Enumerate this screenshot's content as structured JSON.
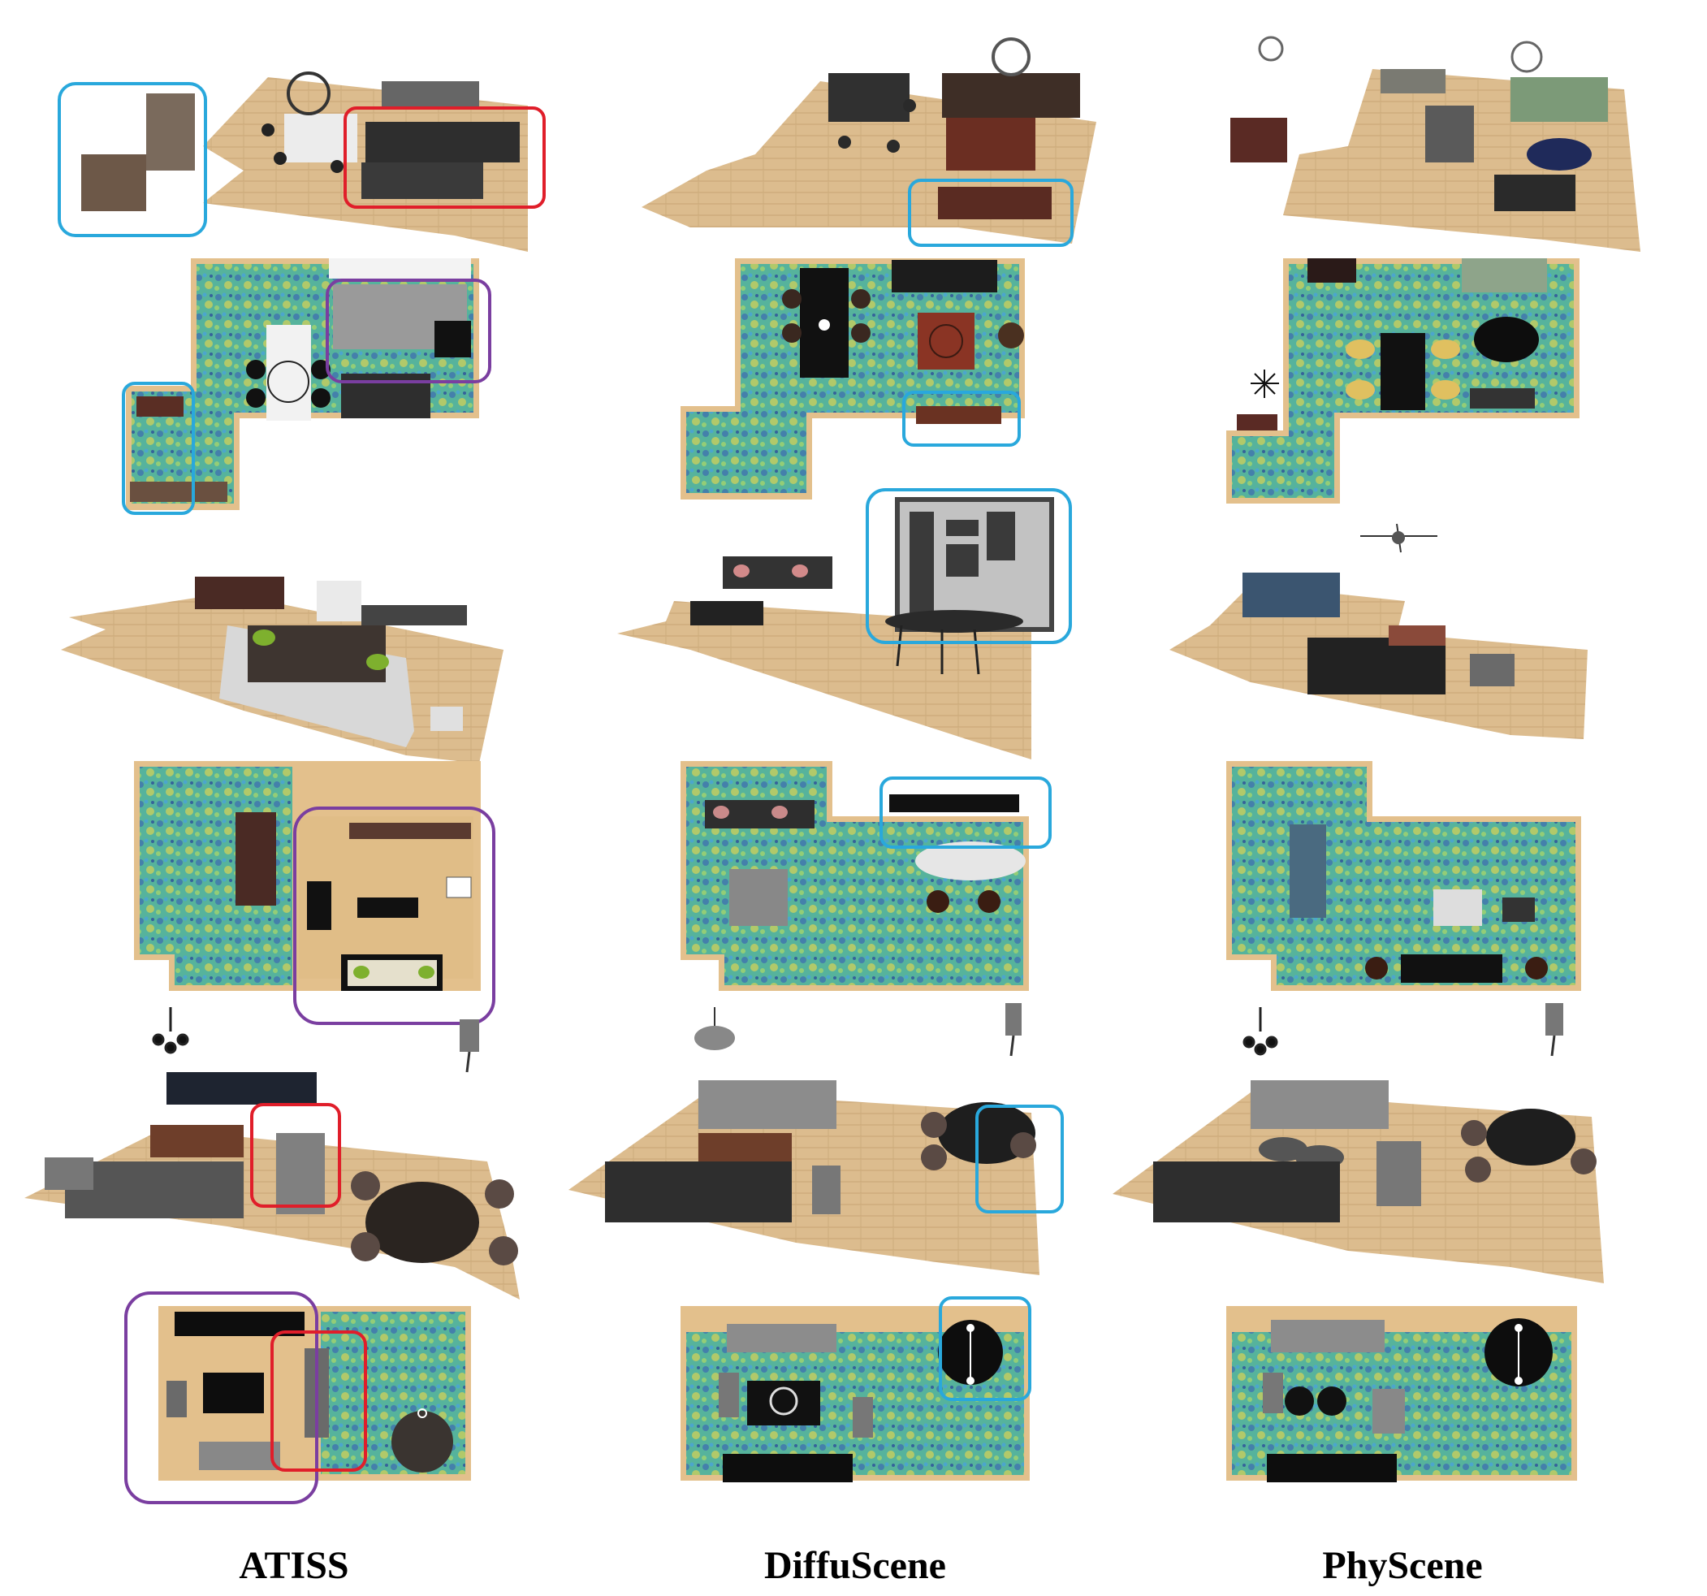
{
  "labels": {
    "atiss": "ATISS",
    "diffuscene": "DiffuScene",
    "physcene": "PhyScene"
  },
  "colors": {
    "floor_wood": "#d9b98a",
    "floor_wood_dark": "#c9a676",
    "heatmap_base": "#4fa8a0",
    "box_blue": "#29a8dc",
    "box_red": "#e01e2a",
    "box_purple": "#7a3ea0",
    "furniture_dark": "#2b2b2b",
    "furniture_brown": "#5a3424",
    "sofa_grey": "#7d7d7d",
    "sofa_green": "#7e9a7a",
    "table_white": "#e8e8e8"
  },
  "icons": [
    "chandelier-icon",
    "ceiling-fan-icon",
    "pendant-lamp-icon",
    "sofa-icon",
    "dining-table-icon",
    "cabinet-icon"
  ]
}
